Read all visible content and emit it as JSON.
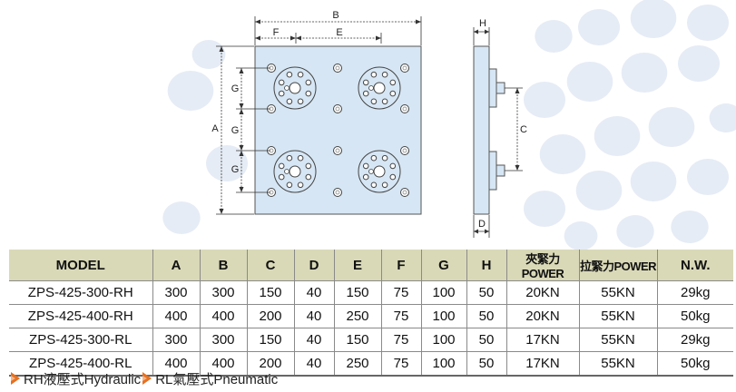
{
  "drawing": {
    "labels": {
      "a": "A",
      "b": "B",
      "c": "C",
      "d": "D",
      "e": "E",
      "f": "F",
      "g": "G",
      "h": "H"
    }
  },
  "table": {
    "headers": [
      "MODEL",
      "A",
      "B",
      "C",
      "D",
      "E",
      "F",
      "G",
      "H",
      "夾緊力POWER",
      "拉緊力POWER",
      "N.W."
    ],
    "rows": [
      [
        "ZPS-425-300-RH",
        "300",
        "300",
        "150",
        "40",
        "150",
        "75",
        "100",
        "50",
        "20KN",
        "55KN",
        "29kg"
      ],
      [
        "ZPS-425-400-RH",
        "400",
        "400",
        "200",
        "40",
        "250",
        "75",
        "100",
        "50",
        "20KN",
        "55KN",
        "50kg"
      ],
      [
        "ZPS-425-300-RL",
        "300",
        "300",
        "150",
        "40",
        "150",
        "75",
        "100",
        "50",
        "17KN",
        "55KN",
        "29kg"
      ],
      [
        "ZPS-425-400-RL",
        "400",
        "400",
        "200",
        "40",
        "250",
        "75",
        "100",
        "50",
        "17KN",
        "55KN",
        "50kg"
      ]
    ]
  },
  "legend": {
    "hydraulic": "RH液壓式Hydraulic",
    "pneumatic": "RL氣壓式Pneumatic"
  },
  "colors": {
    "plate": "#d6e6f4",
    "header": "#d9d9b8",
    "accent": "#e8701e",
    "dots": "#e6ecf5"
  }
}
